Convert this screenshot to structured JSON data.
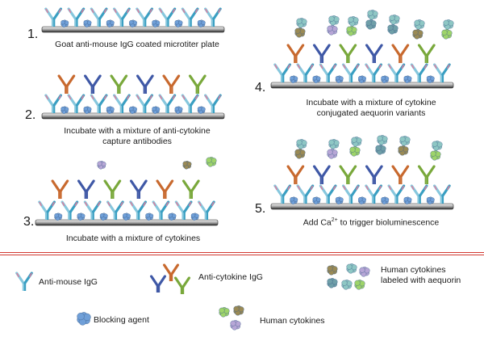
{
  "steps": [
    {
      "number": "1.",
      "caption": "Goat anti-mouse IgG coated microtiter plate"
    },
    {
      "number": "2.",
      "caption_line1": "Incubate with a mixture of anti-cytokine",
      "caption_line2": "capture antibodies"
    },
    {
      "number": "3.",
      "caption": "Incubate with a mixture of cytokines"
    },
    {
      "number": "4.",
      "caption_line1": "Incubate with a mixture of cytokine",
      "caption_line2": "conjugated aequorin variants"
    },
    {
      "number": "5.",
      "caption_prefix": "Add Ca",
      "caption_sup": "2+",
      "caption_suffix": " to trigger bioluminescence"
    }
  ],
  "legend": {
    "anti_mouse_igg": "Anti-mouse IgG",
    "anti_cytokine_igg": "Anti-cytokine IgG",
    "human_cytokines_labeled_line1": "Human cytokines",
    "human_cytokines_labeled_line2": "labeled with aequorin",
    "blocking_agent": "Blocking agent",
    "human_cytokines": "Human cytokines"
  },
  "colors": {
    "divider": "#d23a32",
    "plate_top": "#f2f2f2",
    "plate_bottom": "#2b2b2b",
    "igg_light": "#86c7dd",
    "igg_dark": "#3a9fc2",
    "igg_pink": "#e07a9a",
    "blocking": "#6f9fd8",
    "anti_orange": "#c8692e",
    "anti_blue": "#3f58a6",
    "anti_green": "#79a83b",
    "cyt_purple": "#b7a6d6",
    "cyt_olive": "#9a8a55",
    "cyt_green": "#9ed46a",
    "cyt_teal": "#6f9fa8",
    "aeq_teal": "#8ec7c4"
  }
}
